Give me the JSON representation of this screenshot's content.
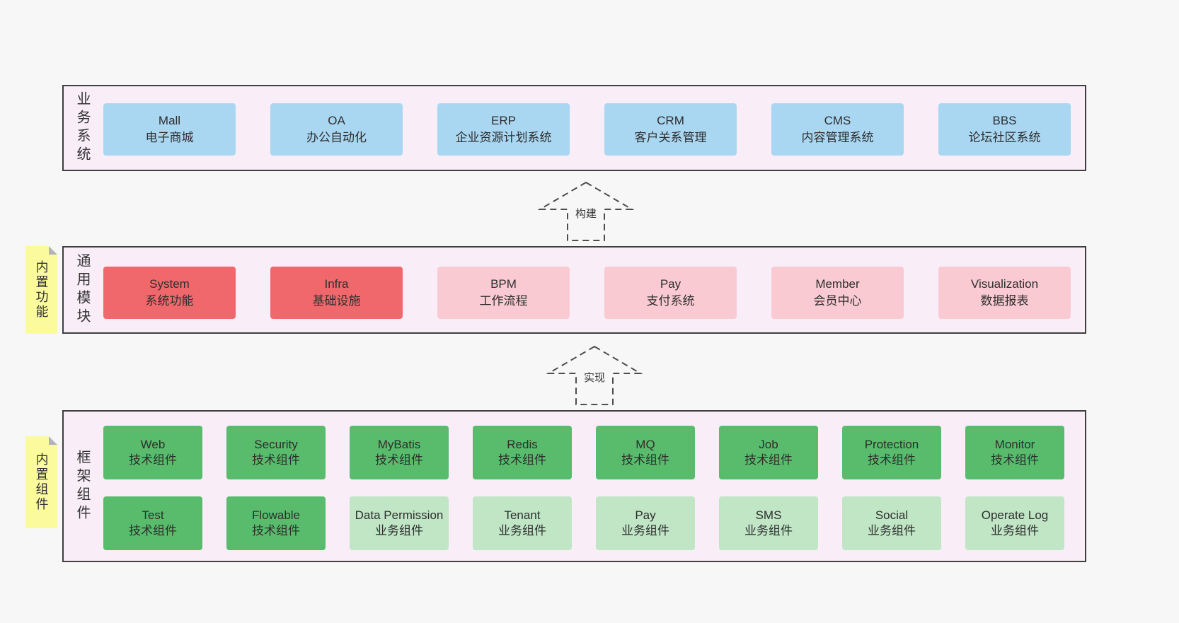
{
  "layers": {
    "business": {
      "label": "业务系统",
      "boxes": [
        {
          "title": "Mall",
          "subtitle": "电子商城"
        },
        {
          "title": "OA",
          "subtitle": "办公自动化"
        },
        {
          "title": "ERP",
          "subtitle": "企业资源计划系统"
        },
        {
          "title": "CRM",
          "subtitle": "客户关系管理"
        },
        {
          "title": "CMS",
          "subtitle": "内容管理系统"
        },
        {
          "title": "BBS",
          "subtitle": "论坛社区系统"
        }
      ]
    },
    "modules": {
      "label": "通用模块",
      "note": "内置功能",
      "boxes": [
        {
          "title": "System",
          "subtitle": "系统功能"
        },
        {
          "title": "Infra",
          "subtitle": "基础设施"
        },
        {
          "title": "BPM",
          "subtitle": "工作流程"
        },
        {
          "title": "Pay",
          "subtitle": "支付系统"
        },
        {
          "title": "Member",
          "subtitle": "会员中心"
        },
        {
          "title": "Visualization",
          "subtitle": "数据报表"
        }
      ]
    },
    "components": {
      "label": "框架组件",
      "note": "内置组件",
      "row1": [
        {
          "title": "Web",
          "subtitle": "技术组件"
        },
        {
          "title": "Security",
          "subtitle": "技术组件"
        },
        {
          "title": "MyBatis",
          "subtitle": "技术组件"
        },
        {
          "title": "Redis",
          "subtitle": "技术组件"
        },
        {
          "title": "MQ",
          "subtitle": "技术组件"
        },
        {
          "title": "Job",
          "subtitle": "技术组件"
        },
        {
          "title": "Protection",
          "subtitle": "技术组件"
        },
        {
          "title": "Monitor",
          "subtitle": "技术组件"
        }
      ],
      "row2": [
        {
          "title": "Test",
          "subtitle": "技术组件"
        },
        {
          "title": "Flowable",
          "subtitle": "技术组件"
        },
        {
          "title": "Data Permission",
          "subtitle": "业务组件"
        },
        {
          "title": "Tenant",
          "subtitle": "业务组件"
        },
        {
          "title": "Pay",
          "subtitle": "业务组件"
        },
        {
          "title": "SMS",
          "subtitle": "业务组件"
        },
        {
          "title": "Social",
          "subtitle": "业务组件"
        },
        {
          "title": "Operate Log",
          "subtitle": "业务组件"
        }
      ]
    }
  },
  "arrows": {
    "build": "构建",
    "implement": "实现"
  },
  "colors": {
    "panel": "#f9eef8",
    "yellow": "#fbfb9e",
    "blue": "#a9d7f2",
    "red": "#f0686c",
    "pink": "#facad3",
    "green": "#58bc6c",
    "lightgreen": "#c0e6c6"
  }
}
